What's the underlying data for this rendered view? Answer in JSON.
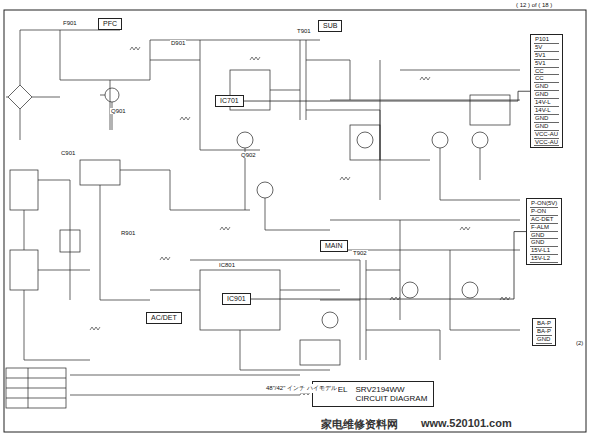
{
  "diagram": {
    "nodes": [
      {
        "text": [
          "PFC"
        ]
      },
      {
        "text": [
          "SUB"
        ]
      },
      {
        "text": [
          "MAIN"
        ]
      },
      {
        "text": [
          "AC/DET"
        ]
      },
      {
        "text": [
          "IC701"
        ]
      },
      {
        "text": [
          "IC901"
        ]
      },
      {
        "text": [
          "P101",
          "5V",
          "5V1",
          "5V1",
          "CC",
          "CC",
          "GND",
          "GND",
          "14V-L",
          "14V-L",
          "GND",
          "GND",
          "VCC-AU",
          "VCC-AU"
        ]
      },
      {
        "text": [
          "P-ON(5V)",
          "P-ON",
          "AC-DET",
          "F-ALM",
          "GND",
          "GND",
          "15V-L1",
          "15V-L2"
        ]
      },
      {
        "text": [
          "BA-P",
          "BA-P",
          "GND"
        ]
      },
      {
        "text": [
          "MODEL",
          "SRV2194WW",
          "",
          "CIRCUIT DIAGRAM"
        ]
      }
    ],
    "edges": [
      {
        "from": 4,
        "to": 6,
        "arrow": "none"
      },
      {
        "from": 5,
        "to": 7,
        "arrow": "none"
      }
    ],
    "labels": [
      "( 12 ) of ( 18 )",
      "48\"/42\" インチ ハイモデル",
      "家电维修资料网",
      "www.520101.com",
      "F901",
      "T901",
      "T902",
      "Q901",
      "Q902",
      "D901",
      "IC801",
      "C901",
      "R901",
      "(2)"
    ]
  }
}
